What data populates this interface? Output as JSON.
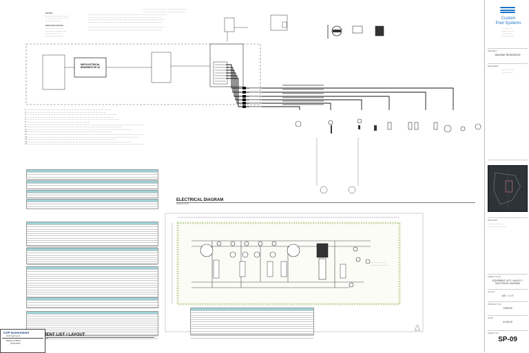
{
  "title_block": {
    "company": [
      "Custom",
      "Pool Systems"
    ],
    "project_label": "PROJECT",
    "project_value": "SEASIDE RESIDENCE",
    "engineer_label": "ENGINEER",
    "sheet_title_label": "SHEET TITLE",
    "sheet_title": "EQUIPMENT LIST / LAYOUT + ELECTRICAL DIAGRAM",
    "scale_label": "SCALE",
    "scale": "1/8\" = 1'-0\"",
    "project_no_label": "PROJECT NO.",
    "project_no": "1928.00",
    "date_label": "DATE",
    "date": "01.06.20",
    "sheet_no_label": "SHEET NO.",
    "sheet_no": "SP-09",
    "revision_label": "REVISION"
  },
  "drawing": {
    "electrical_heading": "ELECTRICAL DIAGRAM",
    "electrical_scale": "SCALE: NTS",
    "sub_panel_label": "SEE ELECTRICAL DRAWINGS SP-10",
    "equipment_heading": "EQUIPMENT LIST / LAYOUT",
    "equipment_scale": "SCALE: 1/8\" = 1'-0\""
  },
  "stamp": {
    "line1": "CAP Government",
    "line2": "Hold Approved",
    "line3": "Building Official",
    "line4": "01/21/2021"
  },
  "colors": {
    "brand": "#1a73c9",
    "table_header": "#9ed2d8",
    "plan_green": "#c9d9a7"
  }
}
